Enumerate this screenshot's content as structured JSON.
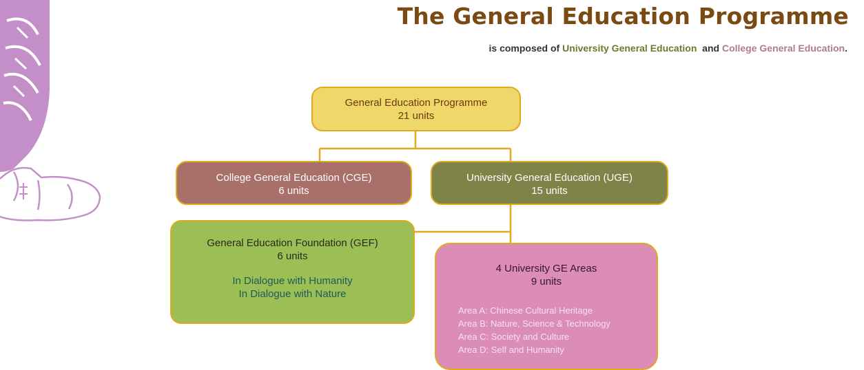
{
  "header": {
    "title": "The General Education Programme",
    "subtitle_prefix": "is composed of ",
    "subtitle_uge": "University General Education",
    "subtitle_and": "  and ",
    "subtitle_cge": "College General Education",
    "subtitle_end": "."
  },
  "diagram": {
    "gep": {
      "name": "General Education Programme",
      "units": "21 units"
    },
    "cge": {
      "name": "College General Education (CGE)",
      "units": "6 units"
    },
    "uge": {
      "name": "University General Education (UGE)",
      "units": "15 units"
    },
    "gef": {
      "name": "General Education Foundation (GEF)",
      "units": "6 units",
      "courses": [
        "In Dialogue with Humanity",
        "In Dialogue with Nature"
      ]
    },
    "areas": {
      "name": "4 University GE Areas",
      "units": "9 units",
      "list": [
        "Area A: Chinese Cultural Heritage",
        "Area B: Nature, Science & Technology",
        "Area C: Society and Culture",
        "Area D: Self and Humanity"
      ]
    }
  },
  "colors": {
    "title": "#7a4a12",
    "connector": "#e0aa1e",
    "crest": "#c48fc9",
    "gep_fill": "#f0d76a",
    "cge_fill": "#a87068",
    "uge_fill": "#7e8347",
    "gef_fill": "#9bbf55",
    "areas_fill": "#db8db8"
  }
}
